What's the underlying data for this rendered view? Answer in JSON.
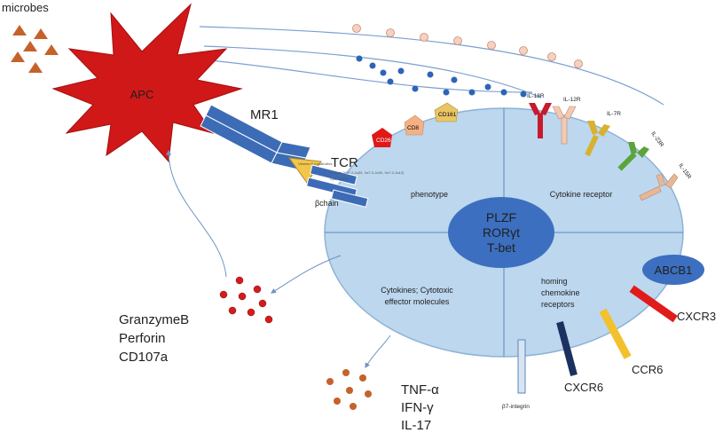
{
  "labels": {
    "microbes": "microbes",
    "apc": "APC",
    "mr1": "MR1",
    "tcr": "TCR",
    "beta_chain": "βchain",
    "alpha_chain_detail": "α-chain (Vα7.2-Jα33, Vα7.2-Jα20, Vα7.2-Jα12)",
    "beta_chain_detail": "Vβ2, Vβ13",
    "phenotype": "phenotype",
    "cytokine_receptor": "Cytokine receptor",
    "cytokines_effector_line1": "Cytokines; Cytotoxic",
    "cytokines_effector_line2": "effector molecules",
    "homing_line1": "homing",
    "homing_line2": "chemokine",
    "homing_line3": "receptors",
    "tf_1": "PLZF",
    "tf_2": "RORγt",
    "tf_3": "T-bet",
    "abcb1": "ABCB1",
    "cxcr3": "CXCR3",
    "ccr6": "CCR6",
    "cxcr6": "CXCR6",
    "b7_integrin": "β7-integrin",
    "granzyme": "GranzymeB",
    "perforin": "Perforin",
    "cd107a": "CD107a",
    "tnf": "TNF-α",
    "ifn": "IFN-γ",
    "il17": "IL-17",
    "cd8": "CD8",
    "cd161": "CD161",
    "cd26": "CD26",
    "il18r": "IL-18R",
    "il12r": "IL-12R",
    "il7r": "IL-7R",
    "il23r": "IL-23R",
    "il15r": "IL-15R",
    "antigen": "Vitamin B metabolites"
  },
  "colors": {
    "cell_fill": "#bcd7ee",
    "cell_stroke": "#8eb3d6",
    "nucleus": "#3c6fbf",
    "apc_red": "#d01818",
    "microbe": "#c5622a",
    "mr1_blue": "#3d6cb6",
    "ligand_yellow": "#f2c649",
    "cd26_red": "#e01818",
    "cd8_peach": "#f4b183",
    "cd161_gold": "#e9c566",
    "il18r_red": "#c81a2c",
    "il12r_peach": "#f4c9b4",
    "il7r_gold": "#d8b12d",
    "il23r_green": "#5ba43b",
    "il15r_tan": "#e8b795",
    "cxcr3_red": "#e11b1b",
    "ccr6_yellow": "#f2c12e",
    "cxcr6_navy": "#1c3160",
    "b7_light": "#d6e4f3",
    "granzyme_red": "#d41c1c",
    "cytokine_brown": "#c5622a",
    "beads_pink": "#f6d1c1",
    "beads_blue": "#2e64b8"
  }
}
